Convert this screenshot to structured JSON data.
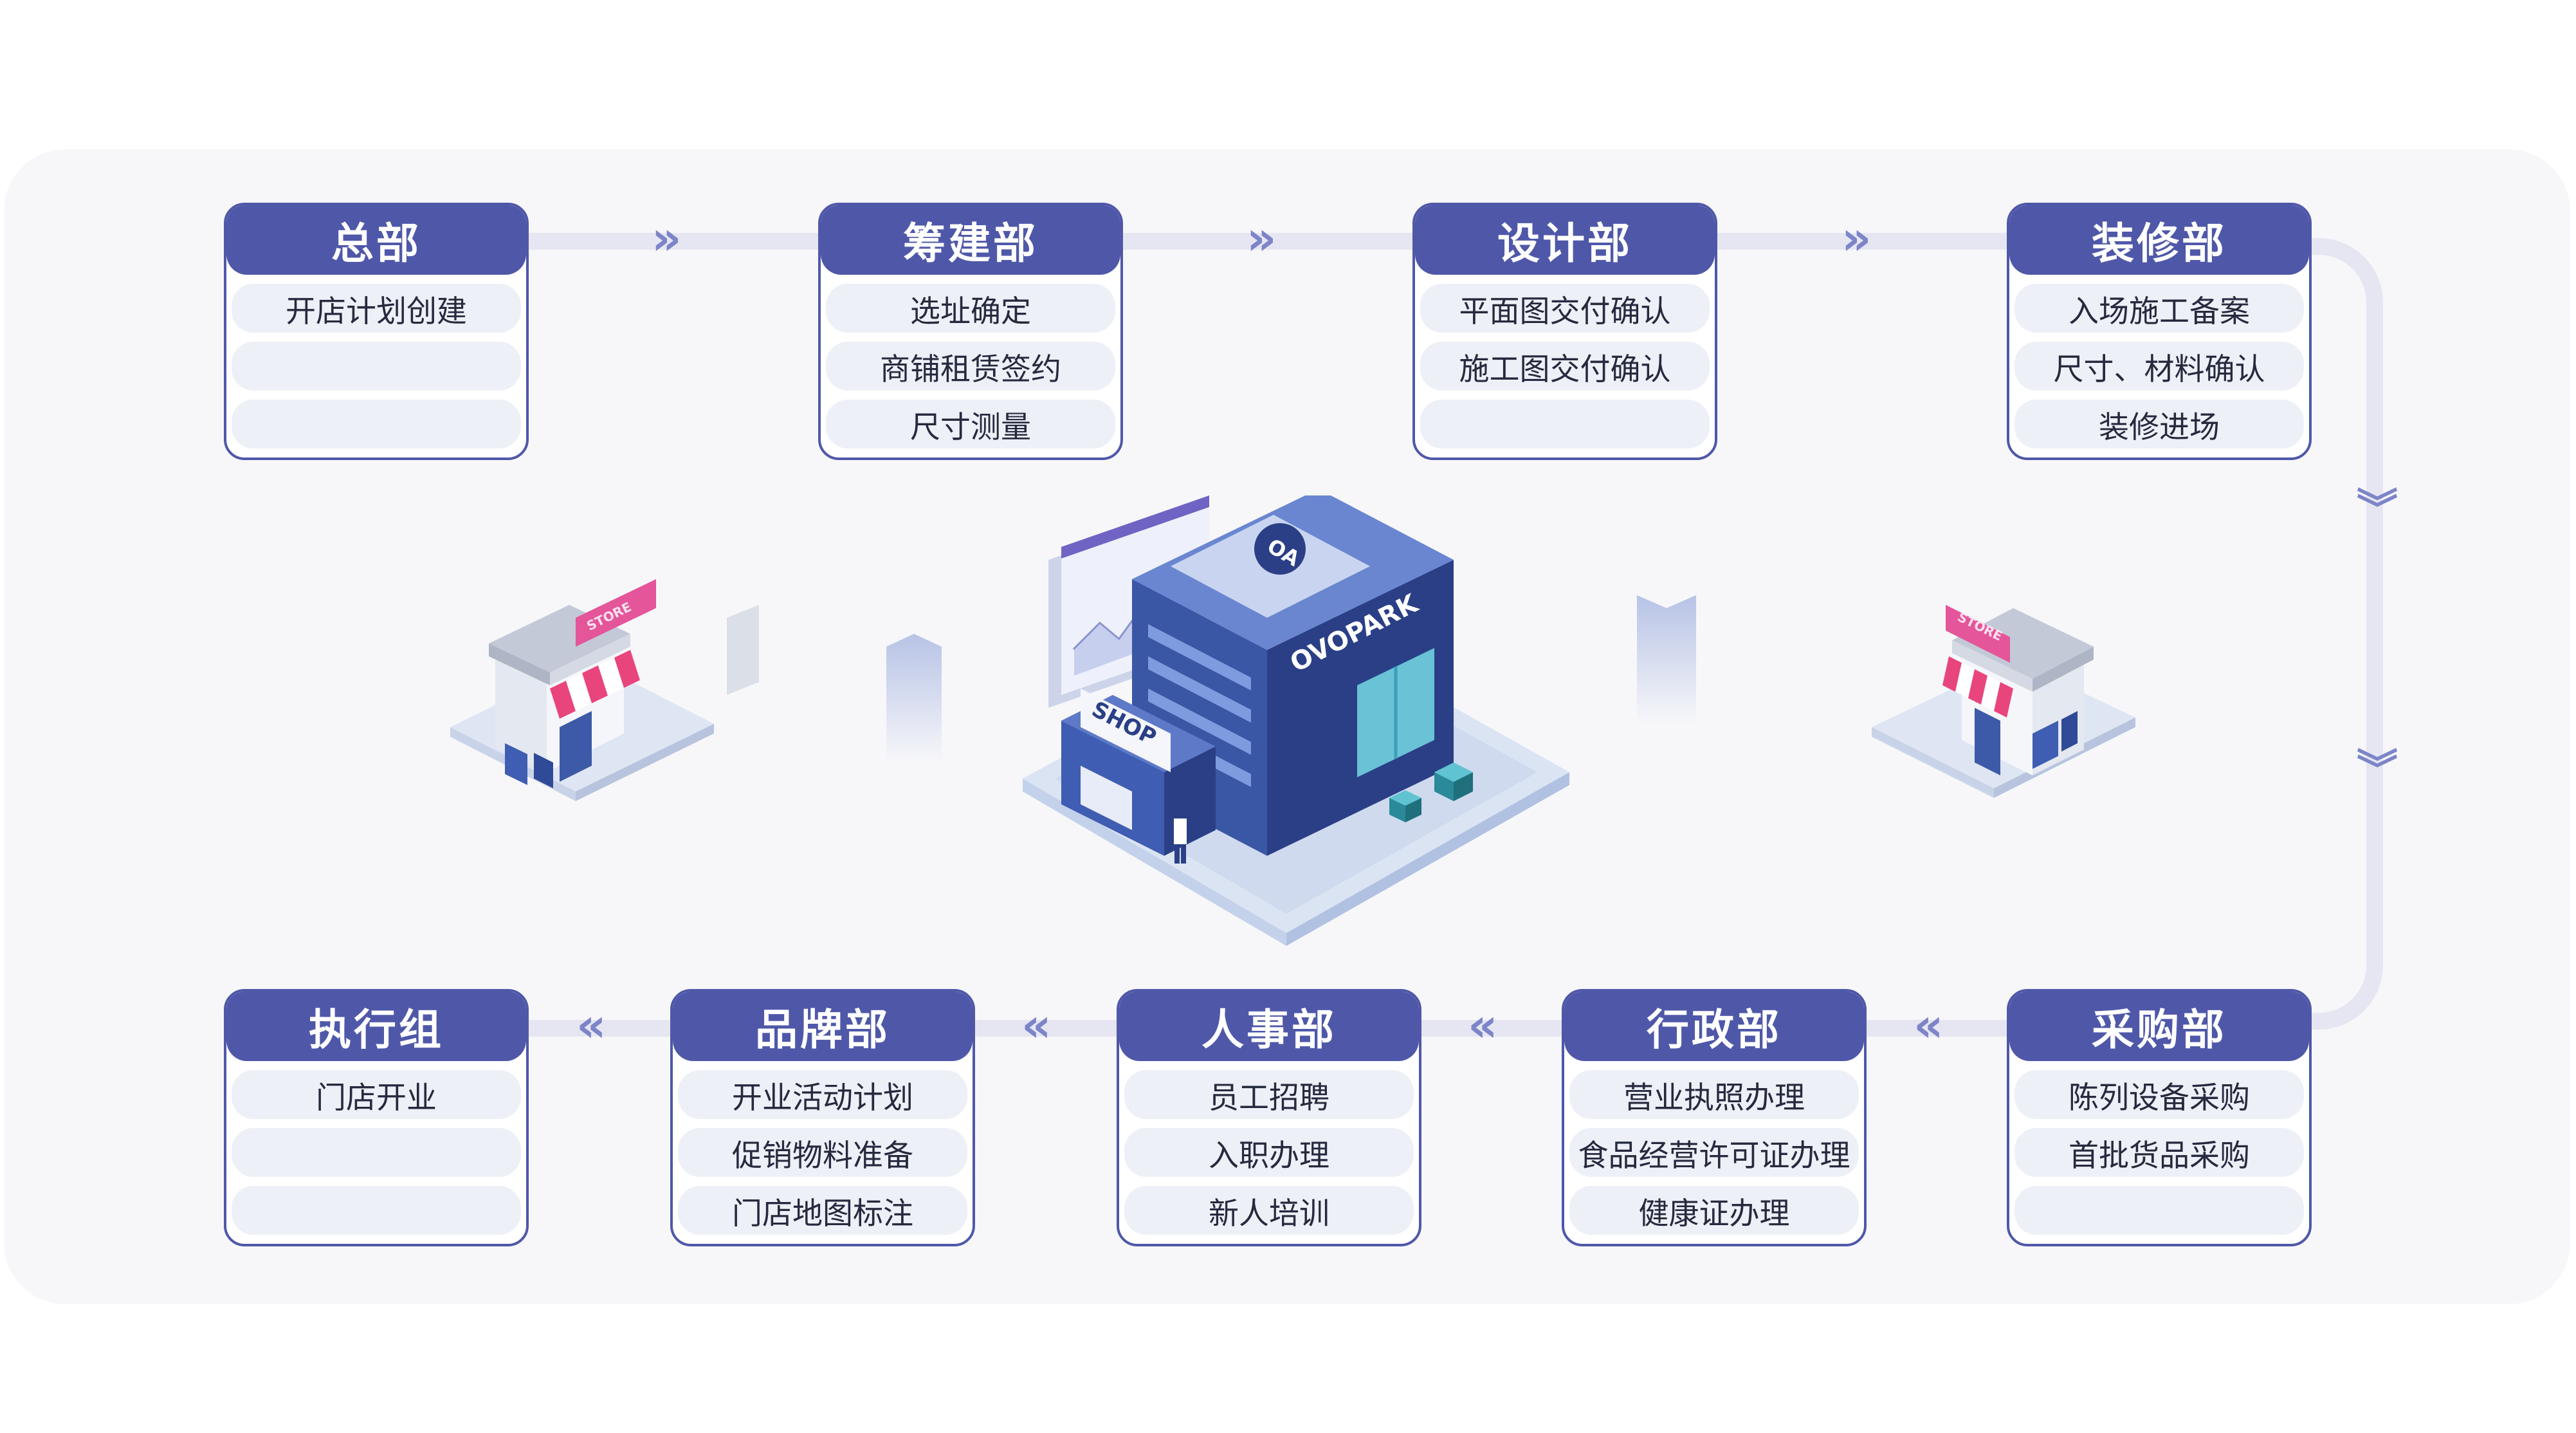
{
  "top_row": [
    {
      "title": "总部",
      "items": [
        "开店计划创建",
        "",
        ""
      ]
    },
    {
      "title": "筹建部",
      "items": [
        "选址确定",
        "商铺租赁签约",
        "尺寸测量"
      ]
    },
    {
      "title": "设计部",
      "items": [
        "平面图交付确认",
        "施工图交付确认",
        ""
      ]
    },
    {
      "title": "装修部",
      "items": [
        "入场施工备案",
        "尺寸、材料确认",
        "装修进场"
      ]
    }
  ],
  "bottom_row": [
    {
      "title": "执行组",
      "items": [
        "门店开业",
        "",
        ""
      ]
    },
    {
      "title": "品牌部",
      "items": [
        "开业活动计划",
        "促销物料准备",
        "门店地图标注"
      ]
    },
    {
      "title": "人事部",
      "items": [
        "员工招聘",
        "入职办理",
        "新人培训"
      ]
    },
    {
      "title": "行政部",
      "items": [
        "营业执照办理",
        "食品经营许可证办理",
        "健康证办理"
      ]
    },
    {
      "title": "采购部",
      "items": [
        "陈列设备采购",
        "首批货品采购",
        ""
      ]
    }
  ],
  "illustration": {
    "store_sign": "STORE",
    "shop_sign": "SHOP",
    "building_brand": "OVOPARK",
    "roof_badge": "OA"
  },
  "arrow_glyphs": {
    "right": "»",
    "left": "«",
    "down": "︾"
  },
  "colors": {
    "accent": "#4f58a8",
    "connector": "#e6e6f2",
    "arrow": "#7d85c8",
    "panel": "#f7f7fa",
    "item_bg": "#eef0f8"
  }
}
